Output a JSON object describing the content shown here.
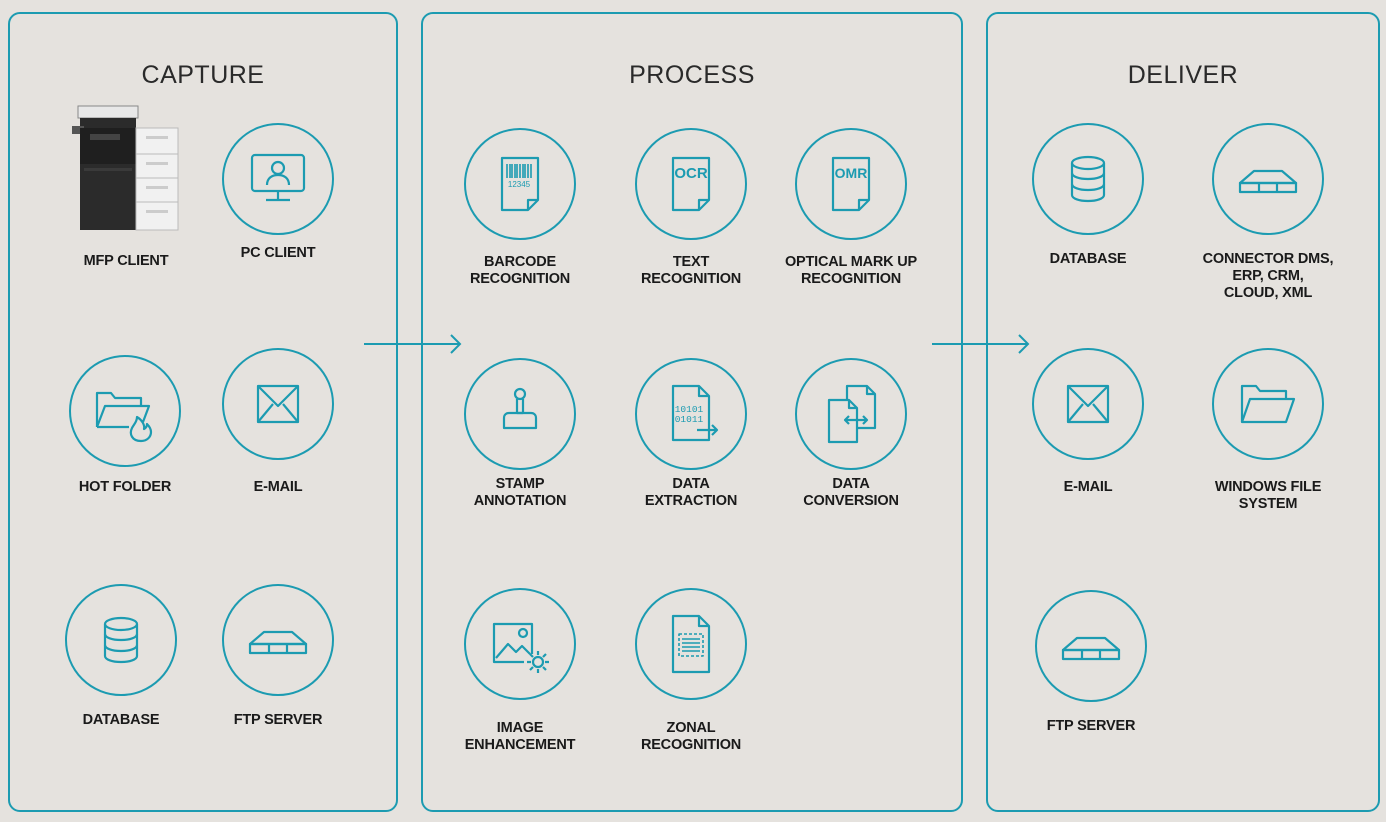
{
  "colors": {
    "accent": "#1c9bb1",
    "background": "#e5e2de",
    "text": "#1a1a1a"
  },
  "capture": {
    "title": "CAPTURE",
    "items": [
      {
        "label": "MFP CLIENT",
        "icon": "mfp-printer-icon"
      },
      {
        "label": "PC CLIENT",
        "icon": "computer-user-icon"
      },
      {
        "label": "HOT FOLDER",
        "icon": "hot-folder-icon"
      },
      {
        "label": "E-MAIL",
        "icon": "envelope-icon"
      },
      {
        "label": "DATABASE",
        "icon": "database-icon"
      },
      {
        "label": "FTP SERVER",
        "icon": "server-icon"
      }
    ]
  },
  "process": {
    "title": "PROCESS",
    "items": [
      {
        "label": "BARCODE\nRECOGNITION",
        "icon": "barcode-document-icon",
        "icon_text": "12345"
      },
      {
        "label": "TEXT\nRECOGNITION",
        "icon": "ocr-document-icon",
        "icon_text": "OCR"
      },
      {
        "label": "OPTICAL MARK UP\nRECOGNITION",
        "icon": "omr-document-icon",
        "icon_text": "OMR"
      },
      {
        "label": "STAMP\nANNOTATION",
        "icon": "stamp-icon"
      },
      {
        "label": "DATA\nEXTRACTION",
        "icon": "binary-document-icon",
        "icon_text_1": "10101",
        "icon_text_2": "01011"
      },
      {
        "label": "DATA\nCONVERSION",
        "icon": "document-conversion-icon"
      },
      {
        "label": "IMAGE\nENHANCEMENT",
        "icon": "image-settings-icon"
      },
      {
        "label": "ZONAL\nRECOGNITION",
        "icon": "zonal-document-icon"
      }
    ]
  },
  "deliver": {
    "title": "DELIVER",
    "items": [
      {
        "label": "DATABASE",
        "icon": "database-icon"
      },
      {
        "label": "CONNECTOR DMS,\nERP, CRM,\nCLOUD, XML",
        "icon": "server-icon"
      },
      {
        "label": "E-MAIL",
        "icon": "envelope-icon"
      },
      {
        "label": "WINDOWS FILE\nSYSTEM",
        "icon": "folder-icon"
      },
      {
        "label": "FTP SERVER",
        "icon": "server-icon"
      }
    ]
  }
}
